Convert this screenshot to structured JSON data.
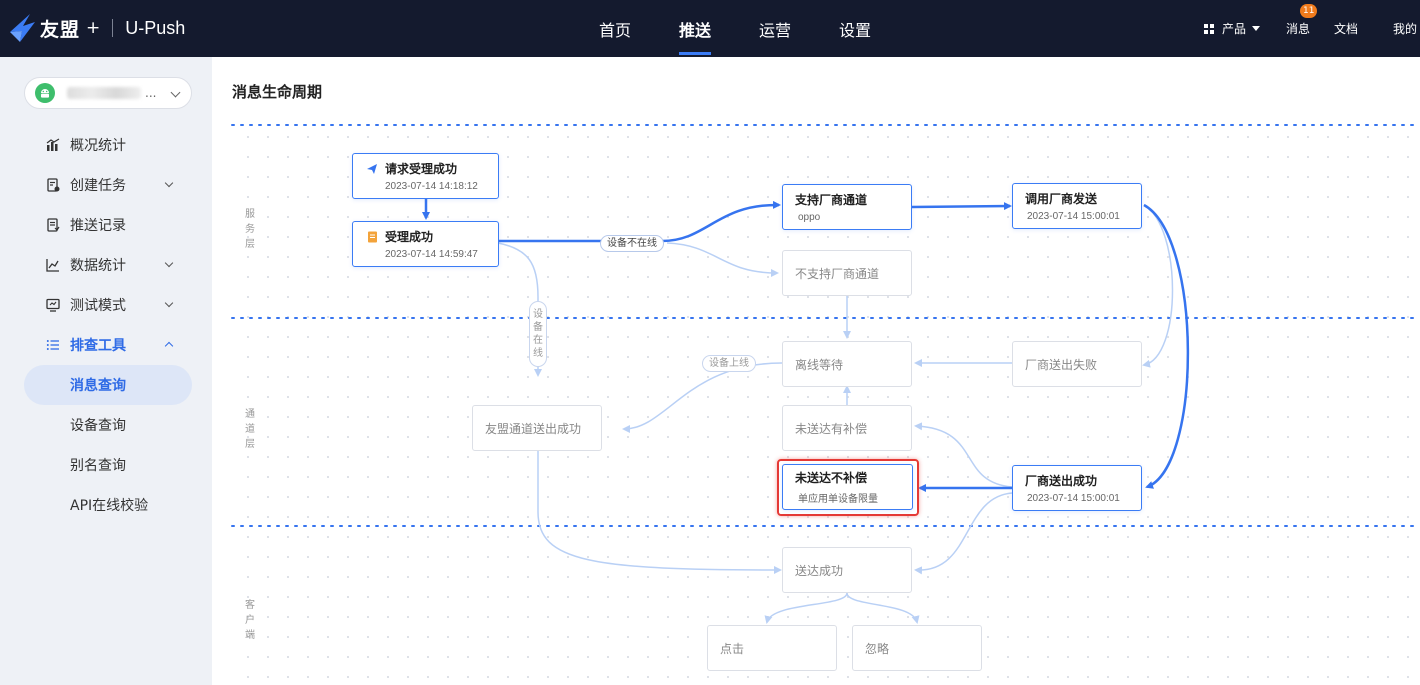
{
  "brand": {
    "name": "友盟",
    "plus": "+",
    "product": "U-Push"
  },
  "nav": {
    "items": [
      "首页",
      "推送",
      "运营",
      "设置"
    ],
    "active": "推送"
  },
  "right_nav": {
    "product": "产品",
    "messages": "消息",
    "badge": "11",
    "docs": "文档",
    "mine": "我的"
  },
  "sidebar": {
    "app_select": {
      "dots": "..."
    },
    "menu": [
      {
        "label": "概况统计",
        "icon": "chart-icon"
      },
      {
        "label": "创建任务",
        "icon": "task-icon"
      },
      {
        "label": "推送记录",
        "icon": "record-icon"
      },
      {
        "label": "数据统计",
        "icon": "stats-icon"
      },
      {
        "label": "测试模式",
        "icon": "monitor-icon"
      },
      {
        "label": "排查工具",
        "icon": "list-icon"
      }
    ],
    "sub_menu": [
      "消息查询",
      "设备查询",
      "别名查询",
      "API在线校验"
    ],
    "active_sub": "消息查询"
  },
  "main": {
    "title": "消息生命周期",
    "layers": {
      "service": [
        "服",
        "务",
        "层"
      ],
      "channel": [
        "通",
        "道",
        "层"
      ],
      "client": [
        "客",
        "户",
        "端"
      ]
    },
    "nodes": {
      "request": {
        "title": "请求受理成功",
        "time": "2023-07-14 14:18:12"
      },
      "accept": {
        "title": "受理成功",
        "time": "2023-07-14 14:59:47"
      },
      "vendor_channel": {
        "title": "支持厂商通道",
        "sub": "oppo"
      },
      "call_vendor": {
        "title": "调用厂商发送",
        "time": "2023-07-14 15:00:01"
      },
      "no_vendor": {
        "title": "不支持厂商通道"
      },
      "offline": {
        "title": "离线等待"
      },
      "vendor_fail": {
        "title": "厂商送出失败"
      },
      "umeng_sent": {
        "title": "友盟通道送出成功"
      },
      "undelivered_comp": {
        "title": "未送达有补偿"
      },
      "undelivered_nocomp": {
        "title": "未送达不补偿",
        "sub": "单应用单设备限量"
      },
      "vendor_sent": {
        "title": "厂商送出成功",
        "time": "2023-07-14 15:00:01"
      },
      "delivered": {
        "title": "送达成功"
      },
      "click": {
        "title": "点击"
      },
      "ignore": {
        "title": "忽略"
      }
    },
    "labels": {
      "device_offline": "设备不在线",
      "device_online": "设备在线",
      "device_up": "设备上线"
    }
  }
}
